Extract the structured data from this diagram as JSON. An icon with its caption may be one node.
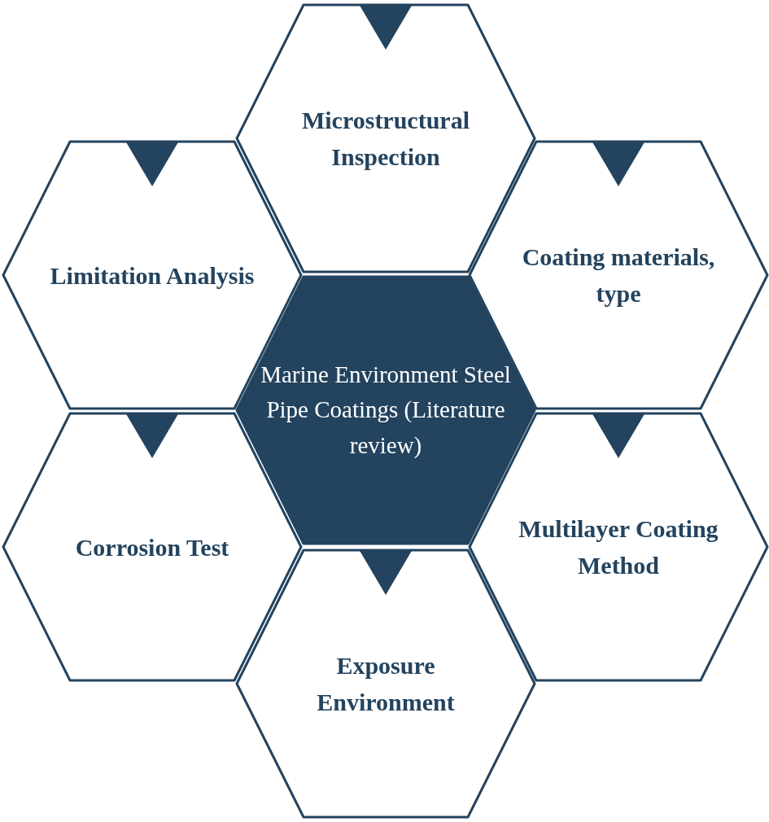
{
  "diagram": {
    "nodes": [
      {
        "text": [
          "Microstructural Inspection"
        ]
      },
      {
        "text": [
          "Limitation Analysis"
        ]
      },
      {
        "text": [
          "Coating materials, type"
        ]
      },
      {
        "text": [
          "Marine Environment Steel Pipe Coatings (Literature review)"
        ]
      },
      {
        "text": [
          "Corrosion Test"
        ]
      },
      {
        "text": [
          "Multilayer Coating Method"
        ]
      },
      {
        "text": [
          "Exposure Environment"
        ]
      }
    ]
  }
}
